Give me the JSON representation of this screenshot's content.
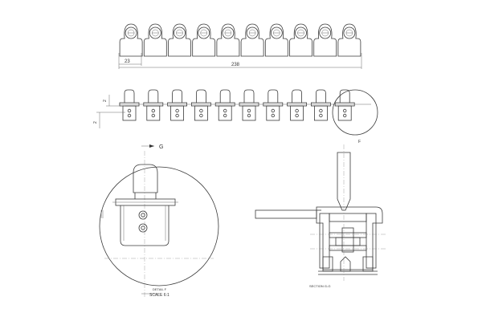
{
  "dimensions": {
    "pitch": "23",
    "overall_length": "238",
    "vertical_a": "2",
    "vertical_b": "2"
  },
  "labels": {
    "section_marker": "G",
    "detail_marker": "F",
    "detail_caption": "DETAIL F",
    "detail_scale": "SCALE 6:1",
    "section_caption": "SECTION G-G"
  },
  "parts": {
    "connector_count": 10
  }
}
